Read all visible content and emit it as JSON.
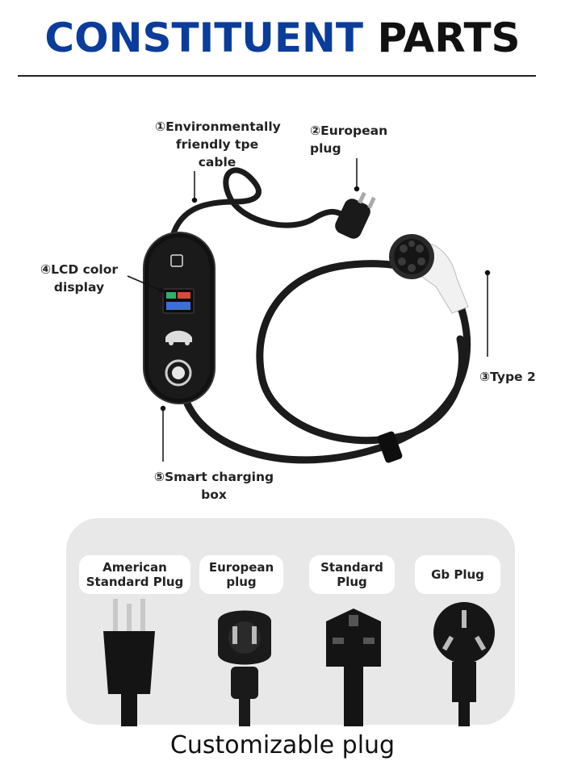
{
  "title": {
    "part1": "CONSTITUENT",
    "part2": "PARTS"
  },
  "colors": {
    "title_blue": "#0a3c9c",
    "title_dark": "#111111",
    "panel_bg": "#e8e8e8"
  },
  "parts": {
    "cable": {
      "line1": "①Environmentally",
      "line2": "friendly tpe cable"
    },
    "european_plug": "②European plug",
    "type2": "③Type 2",
    "lcd": {
      "line1": "④LCD color",
      "line2": "display"
    },
    "box": {
      "line1": "⑤Smart charging",
      "line2": "box"
    }
  },
  "plugs": [
    {
      "line1": "American",
      "line2": "Standard Plug"
    },
    {
      "line1": "European",
      "line2": "plug"
    },
    {
      "line1": "Standard",
      "line2": "Plug"
    },
    {
      "line1": "Gb Plug",
      "line2": ""
    }
  ],
  "footer": "Customizable plug"
}
